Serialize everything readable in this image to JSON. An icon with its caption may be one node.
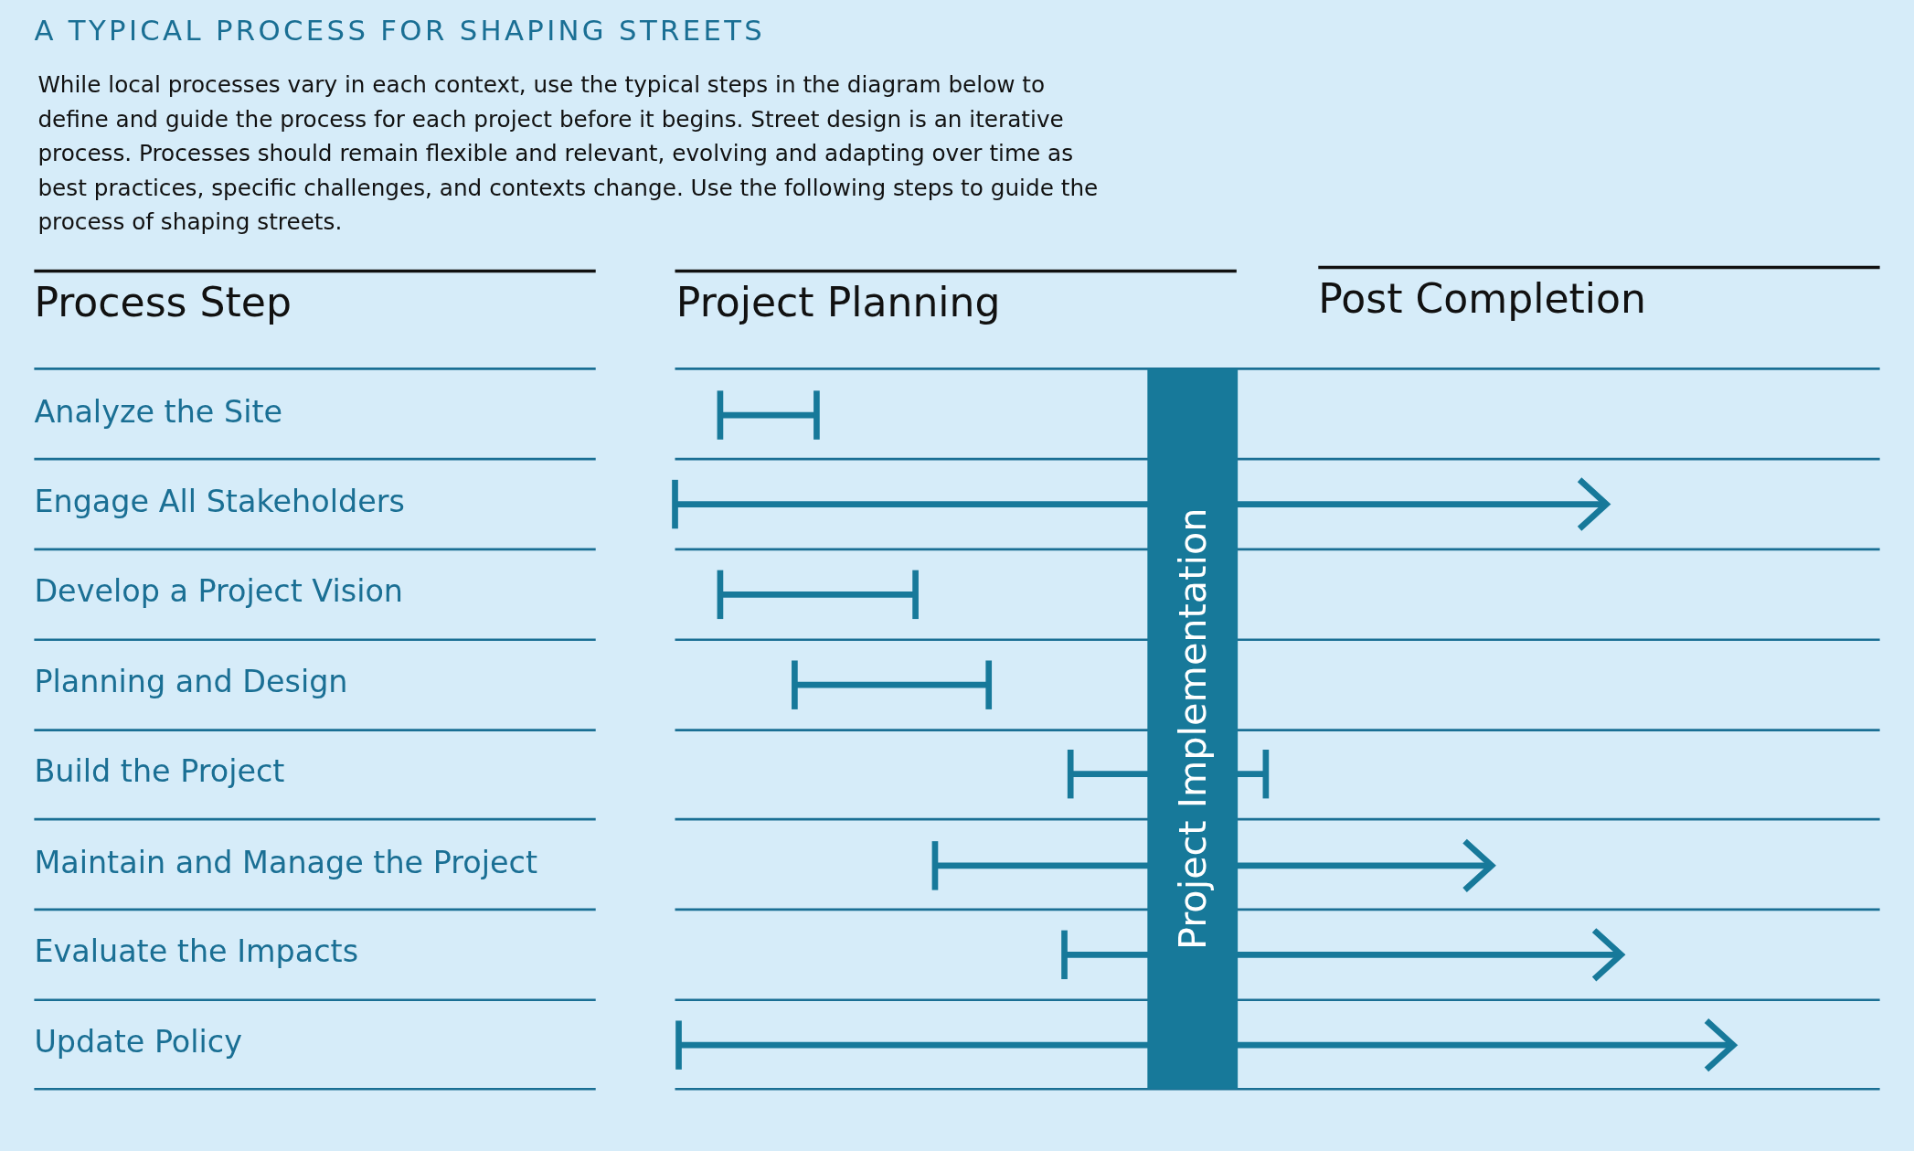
{
  "diagram": {
    "title": "A TYPICAL PROCESS FOR SHAPING STREETS",
    "caption": "While local processes vary in each context, use the typical steps in the diagram below to define and guide the process for each project before it begins. Street design is an iterative process. Processes should remain flexible and relevant, evolving and adapting over time as best practices, specific challenges, and contexts change. Use the following steps to guide the process of shaping streets.",
    "nodes": [
      {
        "text": [
          "Project Implementation"
        ]
      }
    ],
    "labels": [
      "Process Step",
      "Project Planning",
      "Post Completion",
      "Analyze the Site",
      "Engage All Stakeholders",
      "Develop a Project Vision",
      "Planning and Design",
      "Build the Project",
      "Maintain and Manage the Project",
      "Evaluate the Impacts",
      "Update Policy"
    ]
  }
}
